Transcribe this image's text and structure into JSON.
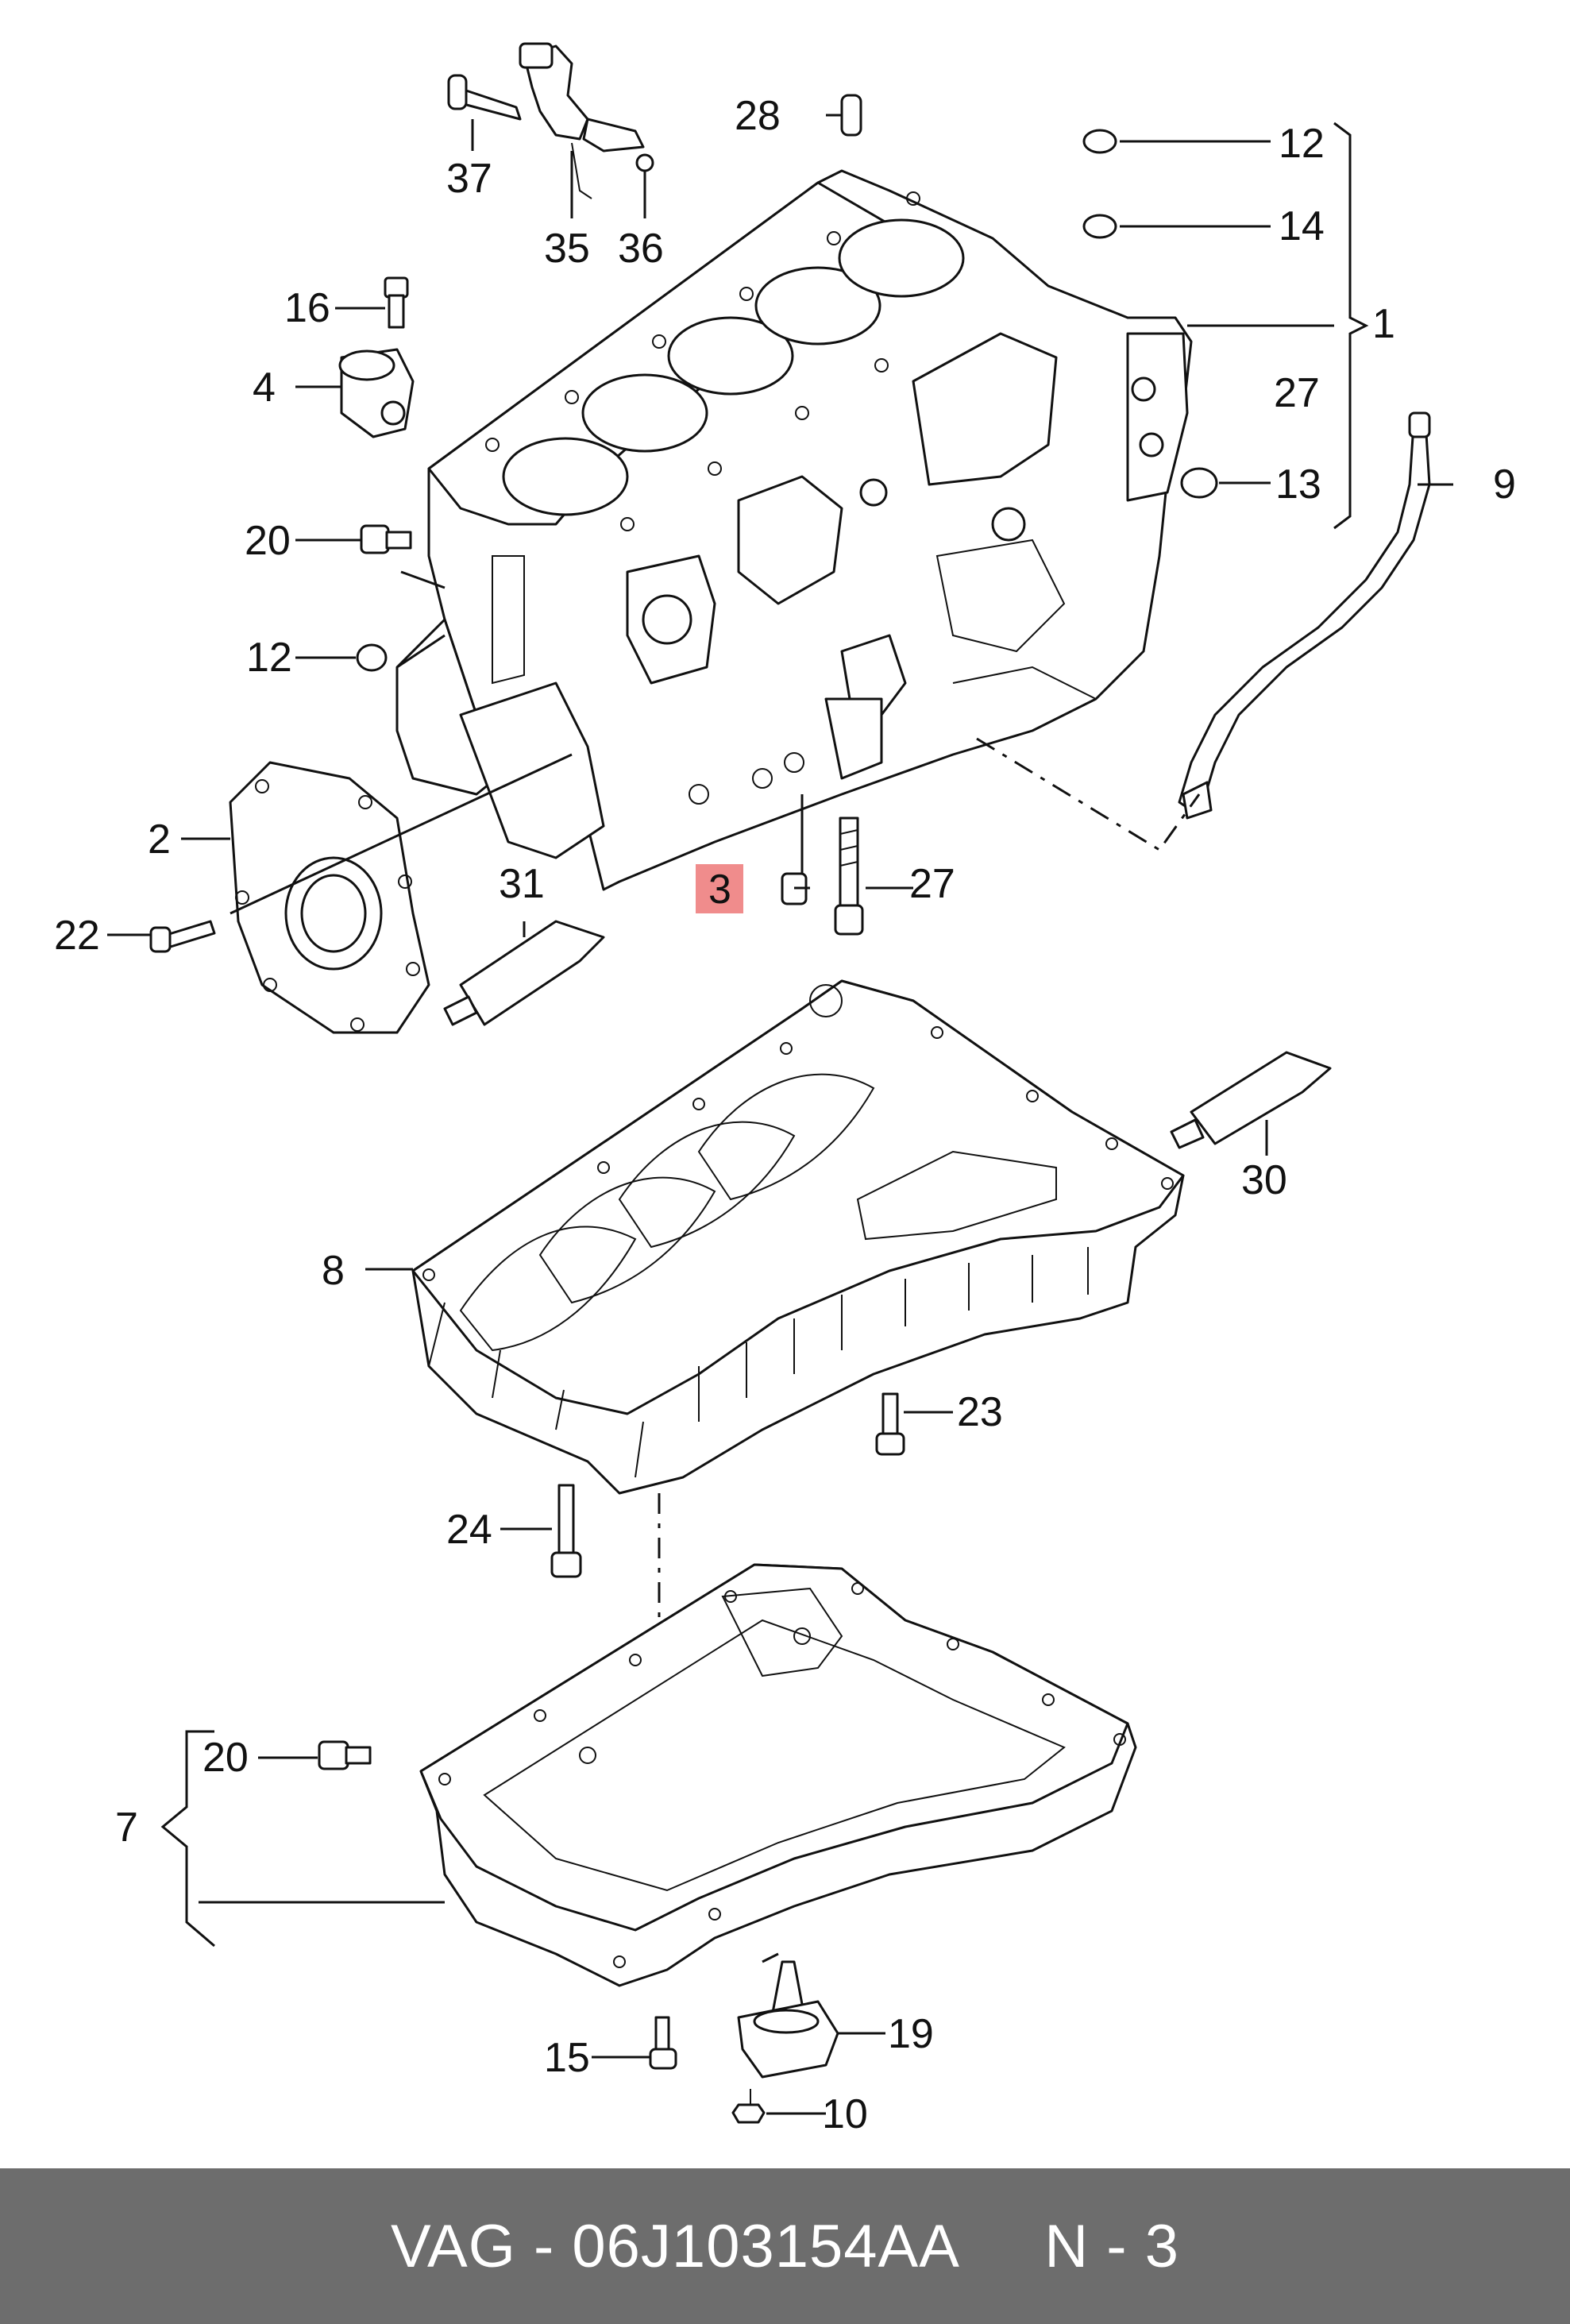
{
  "labels": {
    "l1": "1",
    "l2": "2",
    "l3": "3",
    "l4": "4",
    "l7": "7",
    "l8": "8",
    "l9": "9",
    "l10": "10",
    "l12a": "12",
    "l12b": "12",
    "l13": "13",
    "l14": "14",
    "l15": "15",
    "l16": "16",
    "l19": "19",
    "l20a": "20",
    "l20b": "20",
    "l22": "22",
    "l23": "23",
    "l24": "24",
    "l27a": "27",
    "l27b": "27",
    "l28": "28",
    "l30": "30",
    "l31": "31",
    "l35": "35",
    "l36": "36",
    "l37": "37"
  },
  "highlight": {
    "label": "3",
    "color": "#f08c8c"
  },
  "footer": {
    "text": "VAG - 06J103154AA     N - 3",
    "background": "#6d6d6d",
    "color": "#ffffff"
  }
}
